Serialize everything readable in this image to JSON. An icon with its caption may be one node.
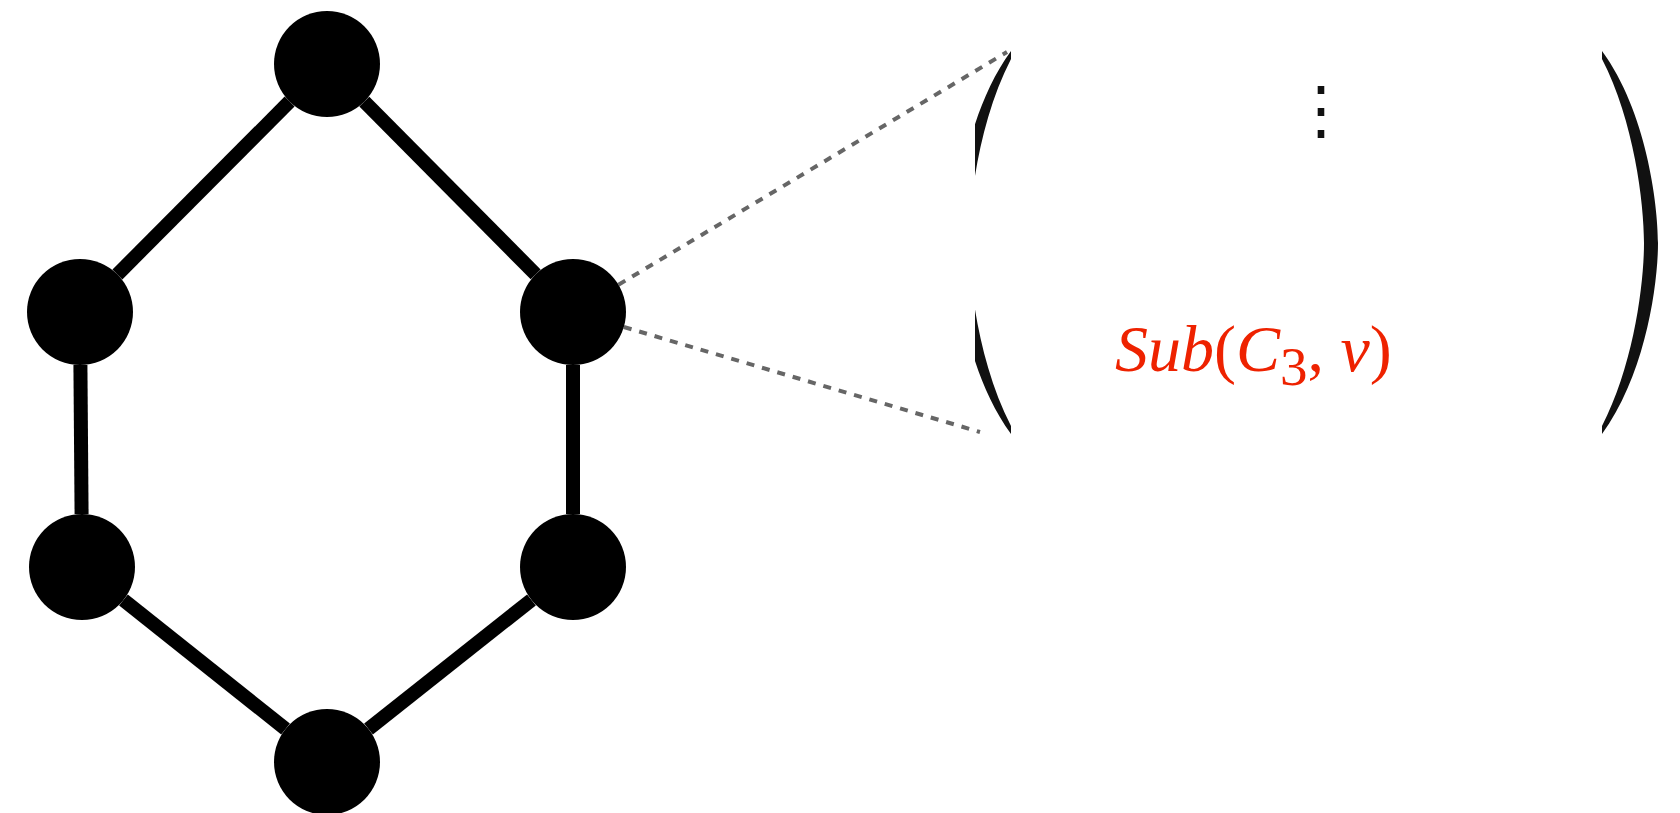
{
  "diagram": {
    "nodes": [
      {
        "text": [],
        "shape": "circle"
      },
      {
        "text": [],
        "shape": "circle"
      },
      {
        "text": [],
        "shape": "circle"
      },
      {
        "text": [],
        "shape": "circle"
      },
      {
        "text": [],
        "shape": "circle"
      },
      {
        "text": [],
        "shape": "circle"
      },
      {
        "text": [
          "⋮",
          "*Sub*(*C*$_{3}$, *v*)"
        ]
      }
    ],
    "edges": [
      {
        "from": 0,
        "to": 1,
        "arrow": "none"
      },
      {
        "from": 0,
        "to": 2,
        "arrow": "none"
      },
      {
        "from": 1,
        "to": 3,
        "arrow": "none"
      },
      {
        "from": 2,
        "to": 4,
        "arrow": "none"
      },
      {
        "from": 3,
        "to": 5,
        "arrow": "none"
      },
      {
        "from": 4,
        "to": 5,
        "arrow": "none"
      },
      {
        "from": 2,
        "to": 6,
        "arrow": "none",
        "style": "dashed",
        "color": "#666666"
      },
      {
        "from": 2,
        "to": 6,
        "arrow": "none",
        "style": "dashed",
        "color": "#666666"
      }
    ]
  }
}
